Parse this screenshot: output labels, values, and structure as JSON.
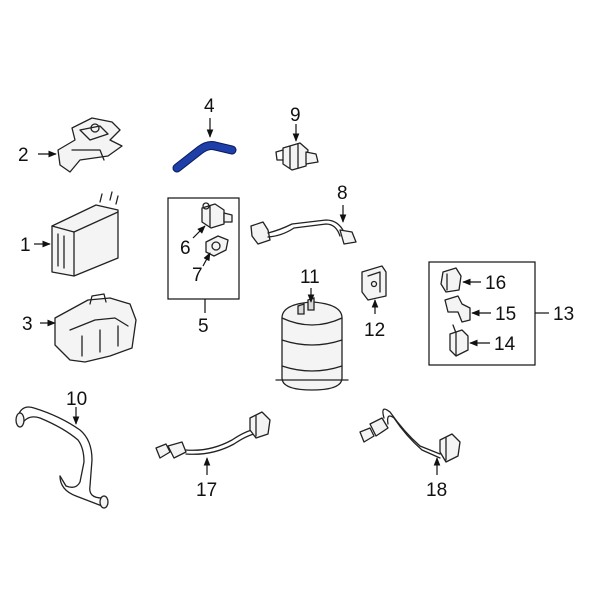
{
  "diagram": {
    "highlight_color": "#1e3ea8",
    "callouts": {
      "c1": "1",
      "c2": "2",
      "c3": "3",
      "c4": "4",
      "c5": "5",
      "c6": "6",
      "c7": "7",
      "c8": "8",
      "c9": "9",
      "c10": "10",
      "c11": "11",
      "c12": "12",
      "c13": "13",
      "c14": "14",
      "c15": "15",
      "c16": "16",
      "c17": "17",
      "c18": "18"
    }
  }
}
